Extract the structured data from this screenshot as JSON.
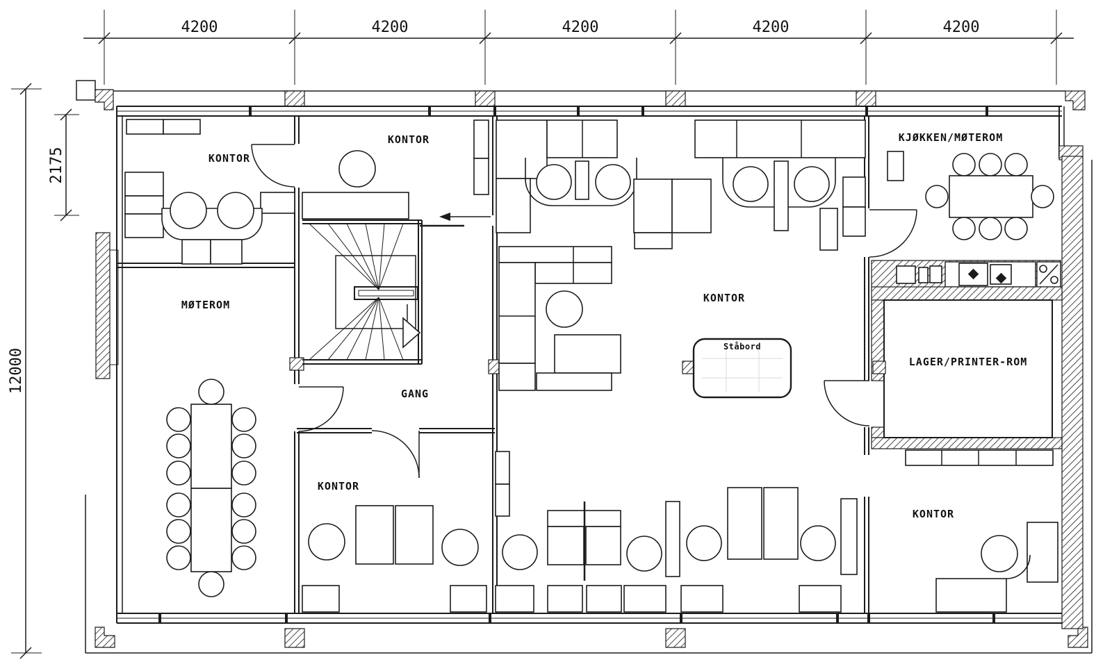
{
  "drawing": {
    "type": "architectural-floor-plan",
    "dimensions": {
      "top_bays": [
        "4200",
        "4200",
        "4200",
        "4200",
        "4200"
      ],
      "left_total": "12000",
      "left_upper": "2175"
    },
    "rooms": {
      "kontor_top_left": "KONTOR",
      "kontor_top_mid": "KONTOR",
      "moterom": "MØTEROM",
      "gang": "GANG",
      "kontor_bottom_left": "KONTOR",
      "open_office": "KONTOR",
      "standing_table": "Ståbord",
      "kitchen_meeting": "KJØKKEN/MØTEROM",
      "storage_printer": "LAGER/PRINTER-ROM",
      "kontor_bottom_right": "KONTOR"
    },
    "colors": {
      "ink": "#1b1b1b",
      "paper": "#ffffff"
    }
  }
}
